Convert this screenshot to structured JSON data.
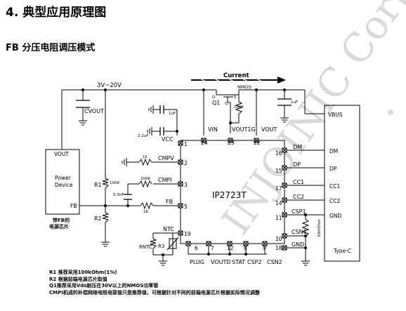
{
  "title": "4. 典型应用原理图",
  "subtitle": "FB 分压电阻调压模式",
  "watermark": "INJOINIC Corp.",
  "chip": {
    "name": "IP2723T",
    "left_pins": [
      {
        "name": "VCC",
        "num": "1"
      },
      {
        "name": "CMPV",
        "num": "2"
      },
      {
        "name": "CMPI",
        "num": "3"
      },
      {
        "name": "FB",
        "num": "5"
      },
      {
        "name": "NTC",
        "num": "19"
      }
    ],
    "top_pins": [
      {
        "name": "VIN",
        "num": "24"
      },
      {
        "name": "VOUT1G",
        "num": "23"
      },
      {
        "name": "VOUT",
        "num": "22"
      }
    ],
    "right_pins": [
      {
        "name": "DM",
        "num": "16"
      },
      {
        "name": "DP",
        "num": "15"
      },
      {
        "name": "CC1",
        "num": "17"
      },
      {
        "name": "CC2",
        "num": "14"
      },
      {
        "name": "CSP1",
        "num": "11"
      },
      {
        "name": "CSN1",
        "num": "10"
      },
      {
        "name": "GND",
        "num": "18"
      }
    ],
    "bottom_pins": [
      {
        "name": "PLUG",
        "num": "6"
      },
      {
        "name": "VOUTD",
        "num": "7"
      },
      {
        "name": "STAT",
        "num": "12"
      },
      {
        "name": "CSP2",
        "num": "8"
      },
      {
        "name": "CSN2",
        "num": "9"
      }
    ]
  },
  "labels": {
    "supply": "3V~20V",
    "current": "Current",
    "nmos": "NMOS",
    "q1": "Q1",
    "g": "G",
    "s": "S",
    "d": "D",
    "cvout": "CVOUT",
    "c1uf_a": "1uF",
    "c1uf_b": "1uF",
    "c2_2uf": "2.2uF",
    "c3_3nf": "3.3nF",
    "r100k_gate": "100K",
    "r1k_cmpv": "1k",
    "r200k": "200K",
    "r1k_fb": "1K",
    "r100k_r1": "100K",
    "r1": "R1",
    "r2": "R2",
    "r3": "R3",
    "rntc": "RNTC",
    "r30m": "30mOhm"
  },
  "power_device": {
    "title": "VOUT",
    "name_line1": "Power",
    "name_line2": "Device",
    "fb": "FB",
    "caption_line1": "带FB的",
    "caption_line2": "电源芯片"
  },
  "typec": {
    "name": "Type-C",
    "pins": [
      "VBUS",
      "DM",
      "DP",
      "CC1",
      "CC2",
      "GND"
    ]
  },
  "notes": [
    "R1 推荐采用100kOhm(1%)",
    "R2 根据前端电源芯片取值",
    "Q1推荐采用Vds耐压在30V以上的NMOS功率管",
    "CMPI机成的补偿网络电阻电容值只是推荐值，可根据针对不同的前端电源芯片根据实际情况调整"
  ]
}
